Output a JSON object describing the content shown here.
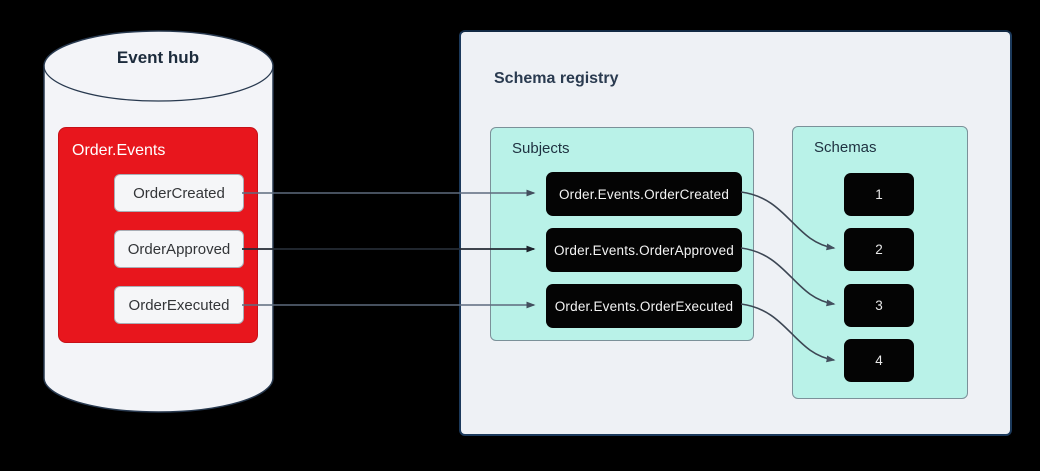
{
  "event_hub": {
    "title": "Event hub",
    "topic": {
      "label": "Order.Events",
      "events": [
        "OrderCreated",
        "OrderApproved",
        "OrderExecuted"
      ]
    }
  },
  "schema_registry": {
    "title": "Schema registry",
    "subjects": {
      "title": "Subjects",
      "items": [
        "Order.Events.OrderCreated",
        "Order.Events.OrderApproved",
        "Order.Events.OrderExecuted"
      ]
    },
    "schemas": {
      "title": "Schemas",
      "items": [
        "1",
        "2",
        "3",
        "4"
      ]
    }
  },
  "connections": {
    "topic_to_subject": [
      {
        "from": "OrderCreated",
        "to": "Order.Events.OrderCreated"
      },
      {
        "from": "OrderApproved",
        "to": "Order.Events.OrderApproved"
      },
      {
        "from": "OrderExecuted",
        "to": "Order.Events.OrderExecuted"
      }
    ],
    "subject_to_schema": [
      {
        "from": "Order.Events.OrderCreated",
        "to": "2"
      },
      {
        "from": "Order.Events.OrderApproved",
        "to": "3"
      },
      {
        "from": "Order.Events.OrderExecuted",
        "to": "4"
      }
    ]
  },
  "colors": {
    "background": "#000000",
    "topic_red": "#e8161d",
    "group_teal": "#b9f2e8",
    "node_black": "#040404",
    "panel_gray": "#eef1f5",
    "panel_border_navy": "#1c3a5c",
    "arrow_gray": "#5d6b7e",
    "arrow_dark": "#242b35"
  }
}
